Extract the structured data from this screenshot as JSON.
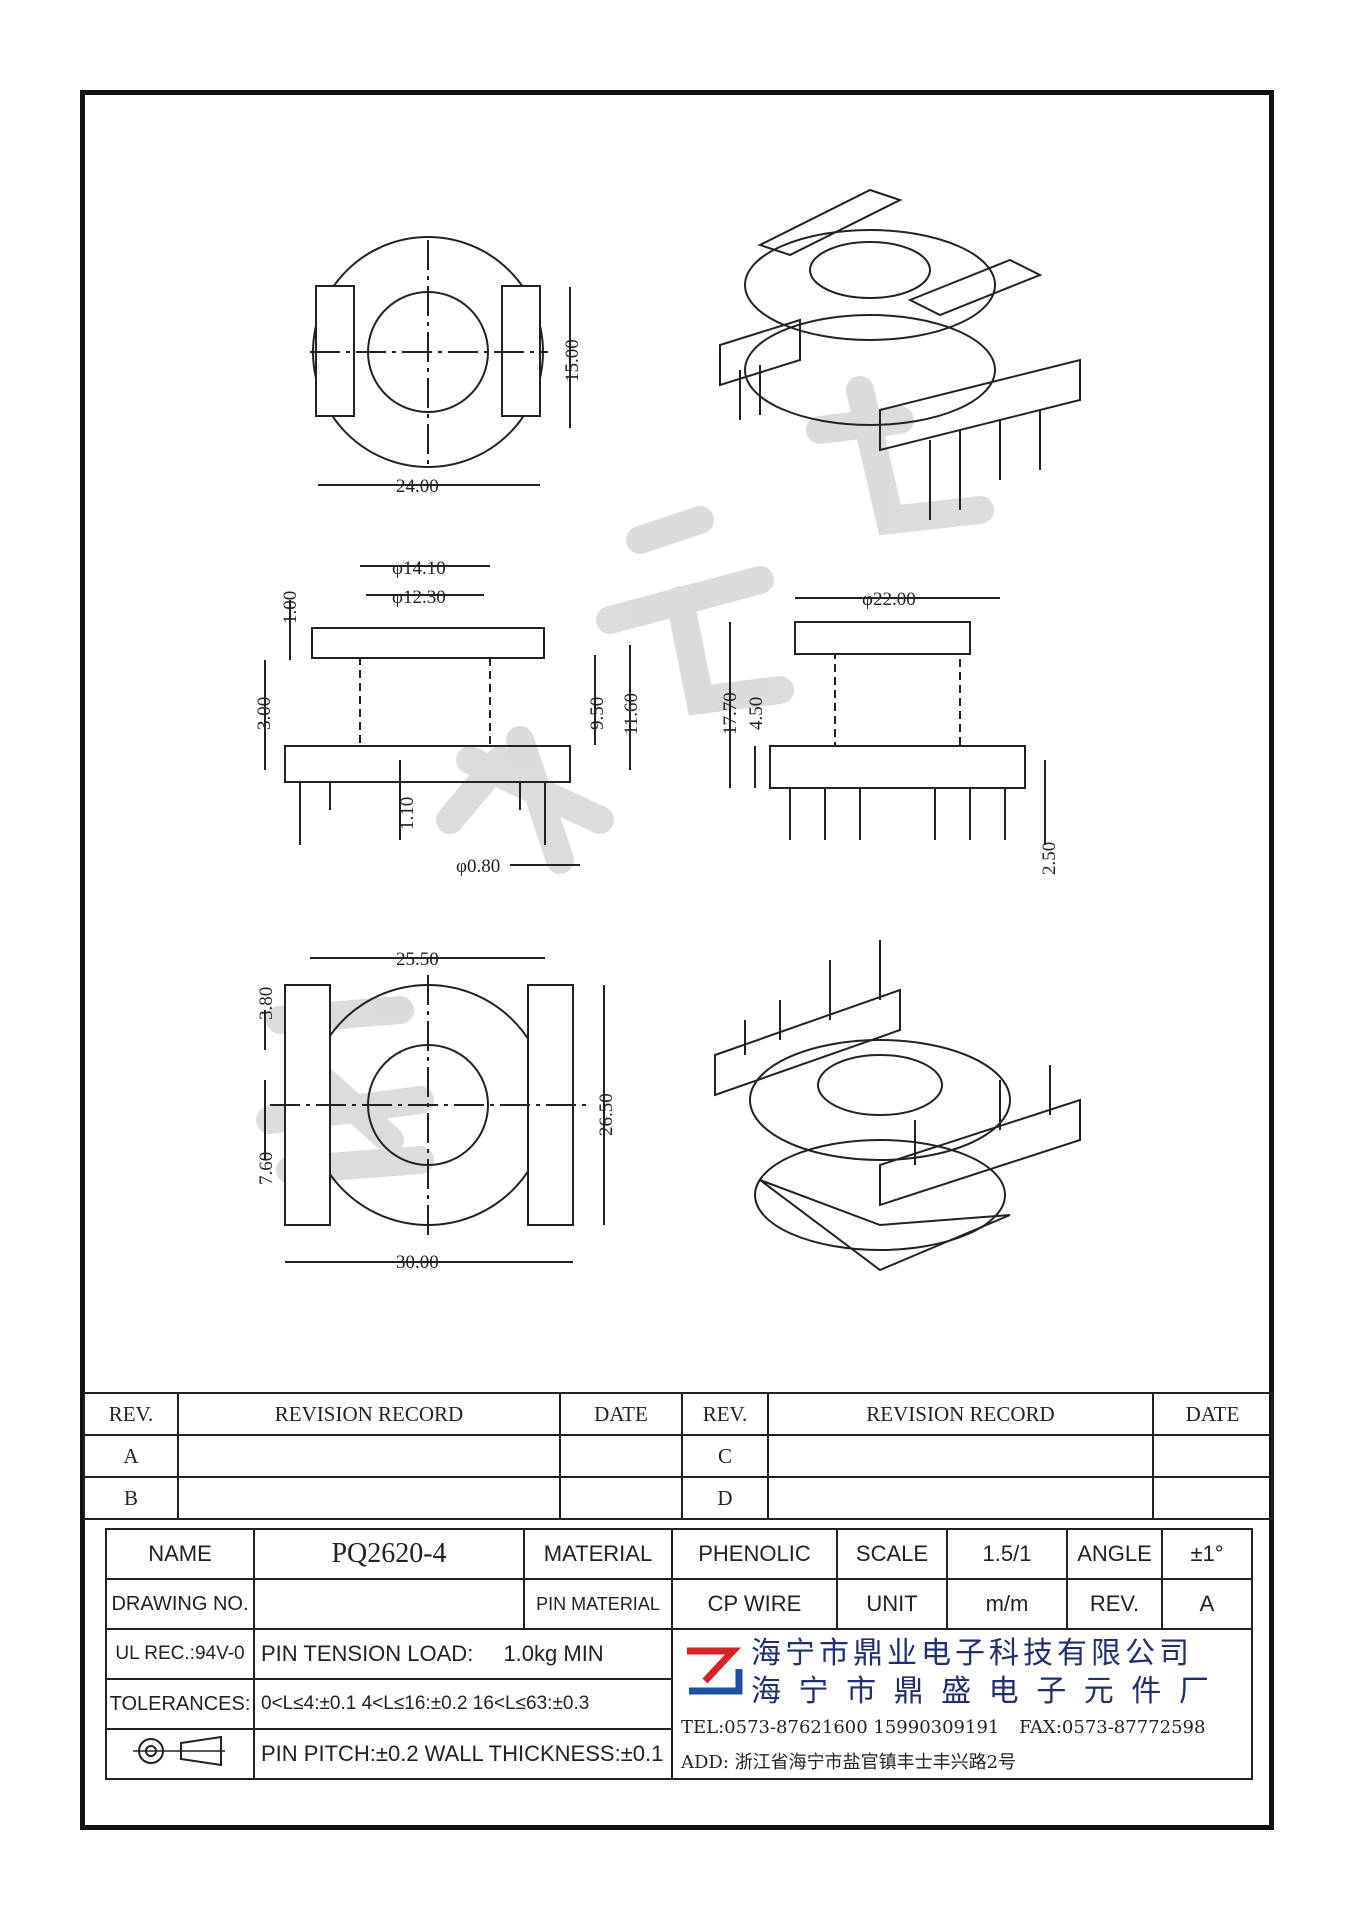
{
  "dimensions": {
    "top_view": {
      "width": "24.00",
      "height": "15.00"
    },
    "side_view": {
      "d_outer": "φ14.10",
      "d_inner": "φ12.30",
      "h1": "1.00",
      "h2": "3.00",
      "h3": "9.50",
      "h4": "11.60",
      "h5": "1.10",
      "pin": "φ0.80"
    },
    "front_view": {
      "d": "φ22.00",
      "h1": "17.70",
      "h2": "4.50",
      "h3": "2.50"
    },
    "bottom_view": {
      "w1": "25.50",
      "w2": "30.00",
      "h1": "26.50",
      "p1": "3.80",
      "p2": "7.60"
    }
  },
  "watermark": "鼎业电子",
  "revision_table": {
    "headers": [
      "REV.",
      "REVISION RECORD",
      "DATE",
      "REV.",
      "REVISION RECORD",
      "DATE"
    ],
    "rows": [
      [
        "A",
        "",
        "",
        "C",
        "",
        ""
      ],
      [
        "B",
        "",
        "",
        "D",
        "",
        ""
      ]
    ]
  },
  "title_block": {
    "name_label": "NAME",
    "name_value": "PQ2620-4",
    "material_label": "MATERIAL",
    "material_value": "PHENOLIC",
    "scale_label": "SCALE",
    "scale_value": "1.5/1",
    "angle_label": "ANGLE",
    "angle_value": "±1°",
    "drawing_no_label": "DRAWING NO.",
    "drawing_no_value": "",
    "pin_material_label": "PIN MATERIAL",
    "pin_material_value": "CP WIRE",
    "unit_label": "UNIT",
    "unit_value": "m/m",
    "rev_label": "REV.",
    "rev_value": "A",
    "ul_rec": "UL REC.:94V-0",
    "pin_tension": "PIN TENSION LOAD:",
    "pin_tension_value": "1.0kg MIN",
    "tolerances_label": "TOLERANCES:",
    "tolerances_value": "0<L≤4:±0.1 4<L≤16:±0.2 16<L≤63:±0.3",
    "pin_pitch": "PIN PITCH:±0.2 WALL THICKNESS:±0.1"
  },
  "company": {
    "name1": "海宁市鼎业电子科技有限公司",
    "name2": "海 宁 市 鼎 盛 电 子 元 件 厂",
    "tel": "TEL:0573-87621600 15990309191",
    "fax": "FAX:0573-87772598",
    "add": "ADD: 浙江省海宁市盐官镇丰士丰兴路2号"
  },
  "colors": {
    "logo_red": "#d8222a",
    "logo_blue": "#1f4fa0",
    "company_text": "#1f2f70"
  }
}
